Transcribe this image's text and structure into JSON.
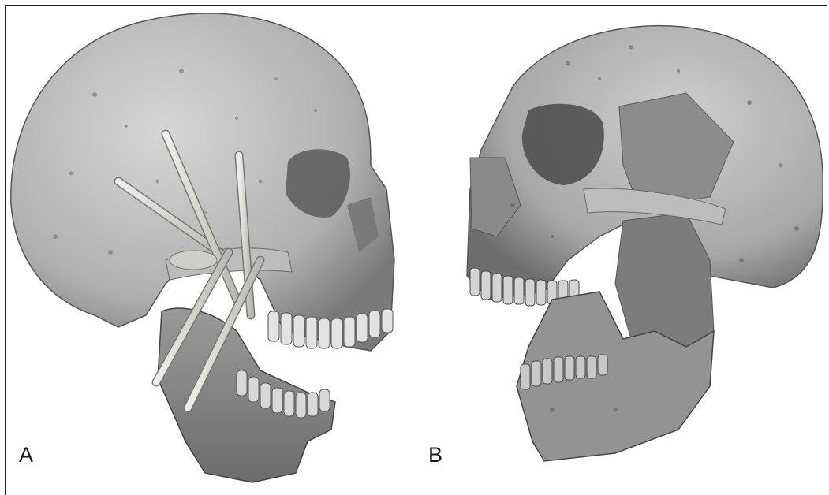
{
  "figure": {
    "panels": [
      {
        "label": "A",
        "depiction": "skull-lateral-with-muscle-vector-rods"
      },
      {
        "label": "B",
        "depiction": "skull-oblique-with-muscle-surfaces"
      }
    ]
  },
  "colors": {
    "background": "#ffffff",
    "bone_light": "#c9c9c9",
    "bone_mid": "#a4a4a4",
    "bone_dark": "#4d4d4d",
    "rod": "#d8d8d2",
    "muscle_surface": "#8c8c8c"
  }
}
